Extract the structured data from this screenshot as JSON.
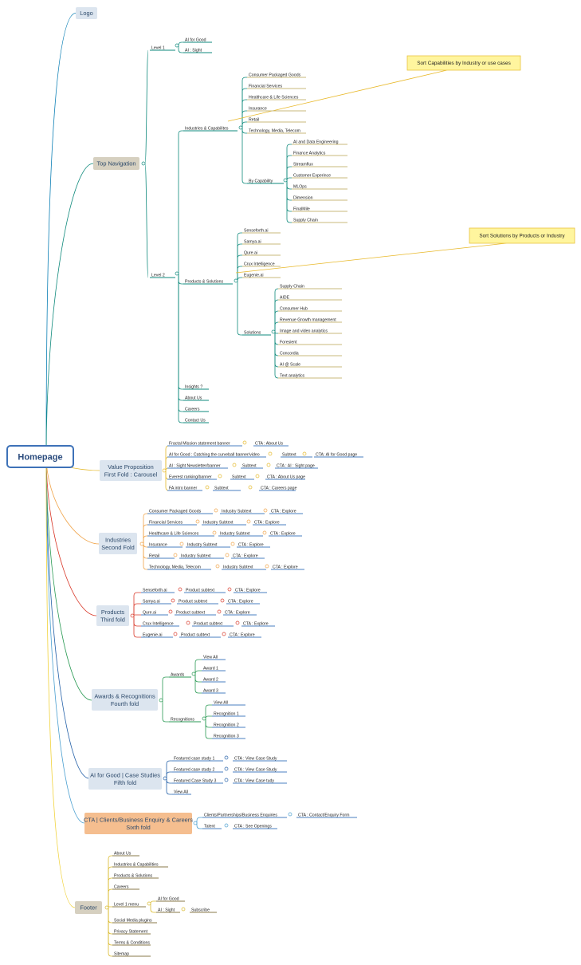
{
  "root": "Homepage",
  "notes": {
    "sort_capabilities": "Sort Capabilities by Industry or use cases",
    "sort_solutions": "Sort Solutions by Products or Industry"
  },
  "colors": {
    "logo": "#0b7fb5",
    "top_navigation": "#0f8a7c",
    "value_proposition": "#e5b92a",
    "industries": "#f0a44a",
    "products": "#d93a2b",
    "awards": "#2a9a54",
    "ai_for_good": "#2561a8",
    "cta_fold": "#4a9fd0",
    "footer": "#f1d23a"
  },
  "branches": {
    "logo": "Logo",
    "top_navigation": "Top Navigation",
    "value_proposition": [
      "Value Proposition",
      "First Fold : Carousel"
    ],
    "industries": [
      "Industries",
      "Second Fold"
    ],
    "products": [
      "Products",
      "Third fold"
    ],
    "awards": [
      "Awards & Recognitions",
      "Fourth fold"
    ],
    "ai_for_good": [
      "AI for Good | Case Studies",
      "Fifth fold"
    ],
    "cta_fold": [
      "CTA | Clients/Business Enquiry & Careers",
      "Sixth fold"
    ],
    "footer": "Footer"
  },
  "top_navigation": {
    "level1": {
      "label": "Level 1",
      "items": [
        "AI for Good",
        "AI : Sight"
      ]
    },
    "level2": {
      "label": "Level 2",
      "industries_caps": {
        "label": "Industries & Capabilites",
        "industries": [
          "Consumer Packaged Goods",
          "Financial Services",
          "Healthcare & Life Sciences",
          "Insurance",
          "Retail",
          "Technology, Media, Telecom"
        ],
        "by_capability": {
          "label": "By Capability",
          "items": [
            "AI and Data Engineering",
            "Finance Analytics",
            "Streamflux",
            "Customer Experince",
            "MLOps",
            "Dimension",
            "FinalMile",
            "Supply Chain"
          ]
        }
      },
      "products_solutions": {
        "label": "Products & Solutions",
        "products": [
          "Senseforth.ai",
          "Samya.ai",
          "Qure.ai",
          "Crux Intelligence",
          "Eugenie.ai"
        ],
        "solutions": {
          "label": "Solutions",
          "items": [
            "Supply Chain",
            "AIDE",
            "Consumer Hub",
            "Revenue Growth management",
            "Image and video analytics",
            "Foresient",
            "Concordia",
            "AI @ Scale",
            "Text analytics"
          ]
        }
      },
      "others": [
        "Insights ?",
        "About Us",
        "Careers",
        "Contact Us"
      ]
    }
  },
  "value_proposition": [
    [
      "Fractal Mission statement banner",
      "CTA : About Us"
    ],
    [
      "AI for Good : Catching the curveball banner/video",
      "Subtext",
      "CTA: AI for Good page"
    ],
    [
      "AI : Sight Newsletter/banner",
      "Subtext",
      "CTA : AI : Sight page"
    ],
    [
      "Everest ranking/banner",
      "Subtext",
      "CTA : About Us page"
    ],
    [
      "FA intro banner",
      "Subtext",
      "CTA : Careers page"
    ]
  ],
  "industries": [
    [
      "Consumer Packaged Goods",
      "Industry Subtext",
      "CTA : Explore"
    ],
    [
      "Financial Services",
      "Industry Subtext",
      "CTA : Explore"
    ],
    [
      "Healthcare & Life Sciences",
      "Industry Subtext",
      "CTA : Explore"
    ],
    [
      "Insurance",
      "Industry Subtext",
      "CTA : Explore"
    ],
    [
      "Retail",
      "Industry Subtext",
      "CTA : Explore"
    ],
    [
      "Technology, Media, Telecom",
      "Industry Subtext",
      "CTA : Explore"
    ]
  ],
  "products": [
    [
      "Senseforth.ai",
      "Product subtext",
      "CTA : Explore"
    ],
    [
      "Samya.ai",
      "Product subtext",
      "CTA : Explore"
    ],
    [
      "Qure.ai",
      "Product subtext",
      "CTA : Explore"
    ],
    [
      "Crux Intelligence",
      "Product subtext",
      "CTA : Explore"
    ],
    [
      "Eugenie.ai",
      "Product subtext",
      "CTA : Explore"
    ]
  ],
  "awards": {
    "awards": {
      "label": "Awards",
      "items": [
        "View All",
        "Award 1",
        "Award 2",
        "Award 3"
      ]
    },
    "recognitions": {
      "label": "Recognitions",
      "items": [
        "View All",
        "Recognition 1",
        "Recognition 2",
        "Recognition 3"
      ]
    }
  },
  "case_studies": [
    [
      "Featured case study 1",
      "CTA : View Case Study"
    ],
    [
      "Featured case study 2",
      "CTA : View Case Study"
    ],
    [
      "Featured Case Study 3",
      "CTA : View Case tudy"
    ],
    [
      "View All"
    ]
  ],
  "cta_fold": [
    [
      "Clients/Partnerships/Business Enquiries",
      "CTA : Contact/Enquiry Form"
    ],
    [
      "Talent",
      "CTA : See Openings"
    ]
  ],
  "footer": {
    "items_before": [
      "About Us",
      "Industries & Capabilities",
      "Products & Solutions",
      "Careers"
    ],
    "level1": {
      "label": "Level 1 menu",
      "items": [
        "AI for Good",
        "AI : Sight"
      ],
      "subscribe": "Subscribe"
    },
    "items_after": [
      "Social Media plugins",
      "Privacy Statement",
      "Terms & Conditions",
      "Sitemap"
    ]
  }
}
